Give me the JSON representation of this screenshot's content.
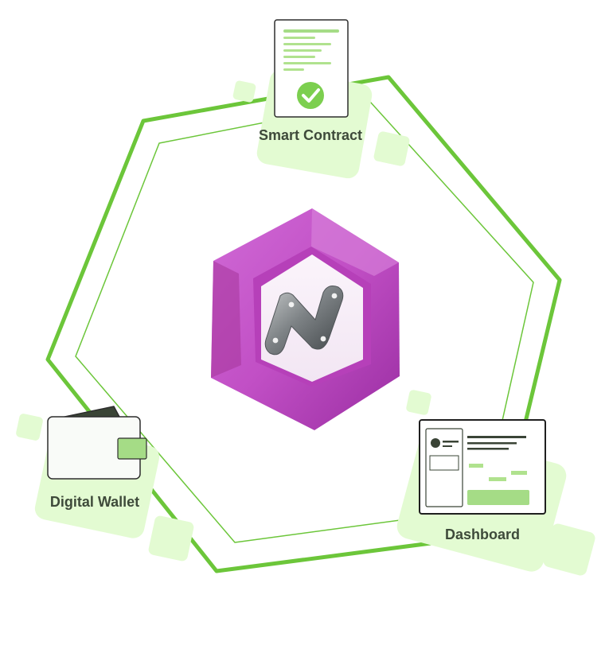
{
  "diagram": {
    "nodes": {
      "top": {
        "label": "Smart Contract",
        "icon": "contract-document-icon"
      },
      "left": {
        "label": "Digital Wallet",
        "icon": "wallet-icon"
      },
      "right": {
        "label": "Dashboard",
        "icon": "dashboard-window-icon"
      }
    },
    "center": {
      "icon": "n-logo-icon"
    }
  },
  "colors": {
    "ring": "#6cc63a",
    "tile": "#e3fbd2",
    "accent_light": "#b0e28e",
    "accent_fill": "#a5dc86",
    "logo_hex": "#c14fc5",
    "logo_hex_dark": "#9a2ea2",
    "logo_metal": "#8e9294",
    "label": "#3e4a3a"
  }
}
